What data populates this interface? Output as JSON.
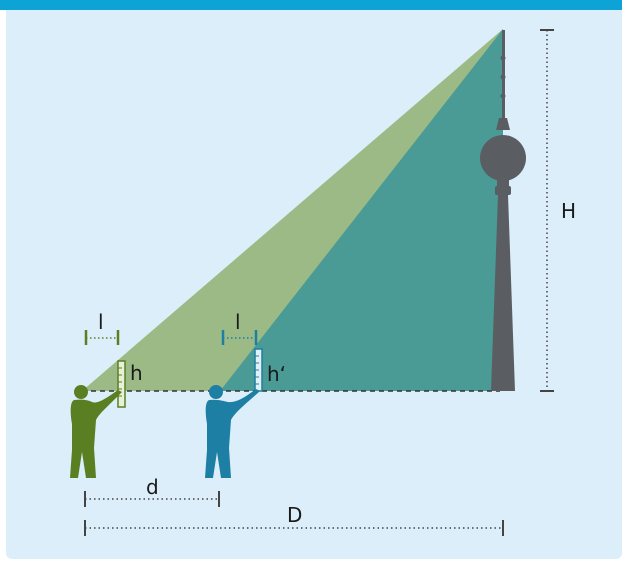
{
  "colors": {
    "top_bar": "#0ea3d6",
    "background": "#dbeef9",
    "light_green_triangle": "#9cba86",
    "teal_triangle": "#4a9a95",
    "tower": "#5a5e62",
    "green_person": "#5a7f22",
    "blue_person": "#1d7fa3",
    "dimension_lines": "#444444"
  },
  "labels": {
    "l_left": "l",
    "l_right": "l",
    "h": "h",
    "h_prime": "h‘",
    "H": "H",
    "d": "d",
    "D": "D"
  },
  "icons": [
    "tv-tower-icon",
    "green-observer-icon",
    "blue-observer-icon",
    "ruler-icon"
  ]
}
